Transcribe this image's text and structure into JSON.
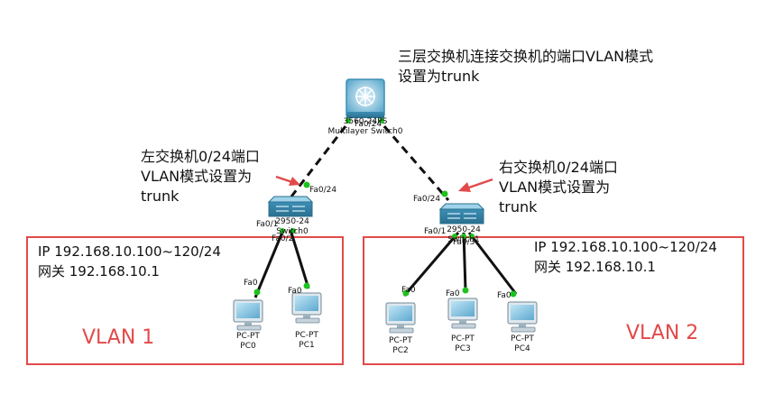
{
  "annotations": {
    "core": [
      "三层交换机连接交换机的端口VLAN模式",
      "设置为trunk"
    ],
    "left": [
      "左交换机0/24端口",
      "VLAN模式设置为",
      "trunk"
    ],
    "right": [
      "右交换机0/24端口",
      "VLAN模式设置为",
      "trunk"
    ]
  },
  "vlan_boxes": [
    {
      "vlan": "VLAN 1",
      "ip": "IP 192.168.10.100~120/24",
      "gateway": "网关 192.168.10.1"
    },
    {
      "vlan": "VLAN 2",
      "ip": "IP 192.168.10.100~120/24",
      "gateway": "网关 192.168.10.1"
    }
  ],
  "devices": {
    "multilayer": {
      "model": "3560-24PS",
      "name": "Multilayer Switch0"
    },
    "left_switch": {
      "model": "2950-24",
      "name": "Switch0"
    },
    "right_switch": {
      "model": "2950-24",
      "name": "Switch1"
    },
    "pcs": [
      {
        "type": "PC-PT",
        "name": "PC0"
      },
      {
        "type": "PC-PT",
        "name": "PC1"
      },
      {
        "type": "PC-PT",
        "name": "PC2"
      },
      {
        "type": "PC-PT",
        "name": "PC3"
      },
      {
        "type": "PC-PT",
        "name": "PC4"
      }
    ]
  },
  "ports": {
    "ml_down": "Fa0/24",
    "left_up": "Fa0/24",
    "right_up": "Fa0/24",
    "left_sw_p1": "Fa0/1",
    "left_sw_p2": "Fa0/2",
    "right_sw_p1": "Fa0/1",
    "right_sw_p3": "Fa0/3",
    "pc_fa0": "Fa0"
  },
  "colors": {
    "accent_red": "#e24a4a",
    "link_green": "#1ec21e",
    "switch_blue": "#3d8fb5",
    "pc_blue": "#5fa8cf"
  }
}
